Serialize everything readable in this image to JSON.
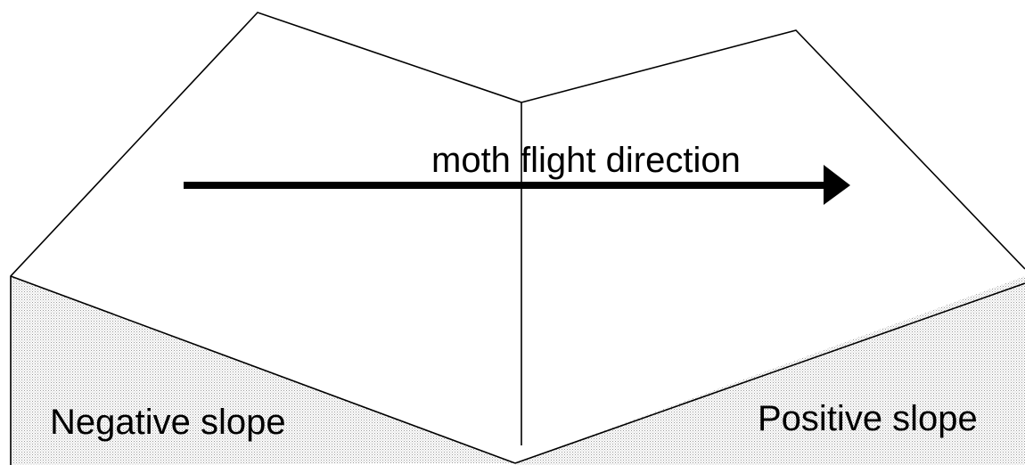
{
  "diagram": {
    "flight_label": "moth flight direction",
    "left_label": "Negative slope",
    "right_label": "Positive slope"
  },
  "colors": {
    "line": "#000000",
    "shading": "#9a9a9a",
    "background": "#ffffff"
  }
}
